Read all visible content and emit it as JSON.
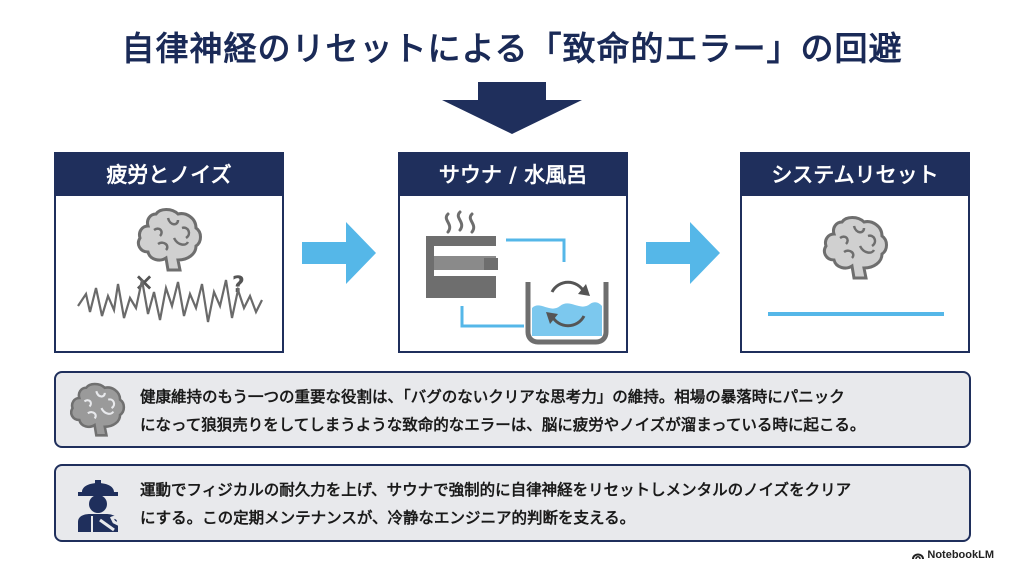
{
  "title": "自律神経のリセットによる「致命的エラー」の回避",
  "panels": [
    {
      "label": "疲労とノイズ",
      "icons": [
        "brain-icon",
        "noise-wave-icon",
        "x-mark-icon",
        "question-mark-icon"
      ],
      "x_mark": "×",
      "question_mark": "?"
    },
    {
      "label": "サウナ / 水風呂",
      "icons": [
        "sauna-icon",
        "steam-icon",
        "cold-bath-icon",
        "cycle-icon"
      ]
    },
    {
      "label": "システムリセット",
      "icons": [
        "brain-icon",
        "flat-line-icon"
      ]
    }
  ],
  "notes": [
    {
      "icon": "brain-icon",
      "line1": "健康維持のもう一つの重要な役割は、「バグのないクリアな思考力」の維持。相場の暴落時にパニック",
      "line2": "になって狼狽売りをしてしまうような致命的なエラーは、脳に疲労やノイズが溜まっている時に起こる。"
    },
    {
      "icon": "worker-maintenance-icon",
      "line1": "運動でフィジカルの耐久力を上げ、サウナで強制的に自律神経をリセットしメンタルのノイズをクリア",
      "line2": "にする。この定期メンテナンスが、冷静なエンジニア的判断を支える。"
    }
  ],
  "brand": "NotebookLM",
  "colors": {
    "navy": "#1f2f5c",
    "arrow_blue": "#55b7e8",
    "icon_gray": "#707070",
    "note_bg": "#e8e9ec",
    "water": "#7cc8ee"
  }
}
